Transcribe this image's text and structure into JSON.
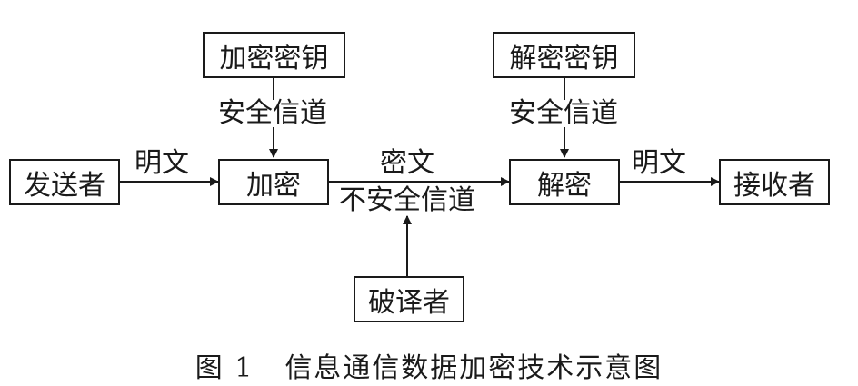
{
  "nodes": {
    "sender": "发送者",
    "encrypt": "加密",
    "decrypt": "解密",
    "receiver": "接收者",
    "encrypt_key": "加密密钥",
    "decrypt_key": "解密密钥",
    "attacker": "破译者"
  },
  "edges": {
    "plaintext_in": "明文",
    "ciphertext": "密文",
    "insecure_channel": "不安全信道",
    "plaintext_out": "明文",
    "secure_channel_left": "安全信道",
    "secure_channel_right": "安全信道"
  },
  "caption": {
    "figure_number": "图 1",
    "title": "信息通信数据加密技术示意图"
  }
}
